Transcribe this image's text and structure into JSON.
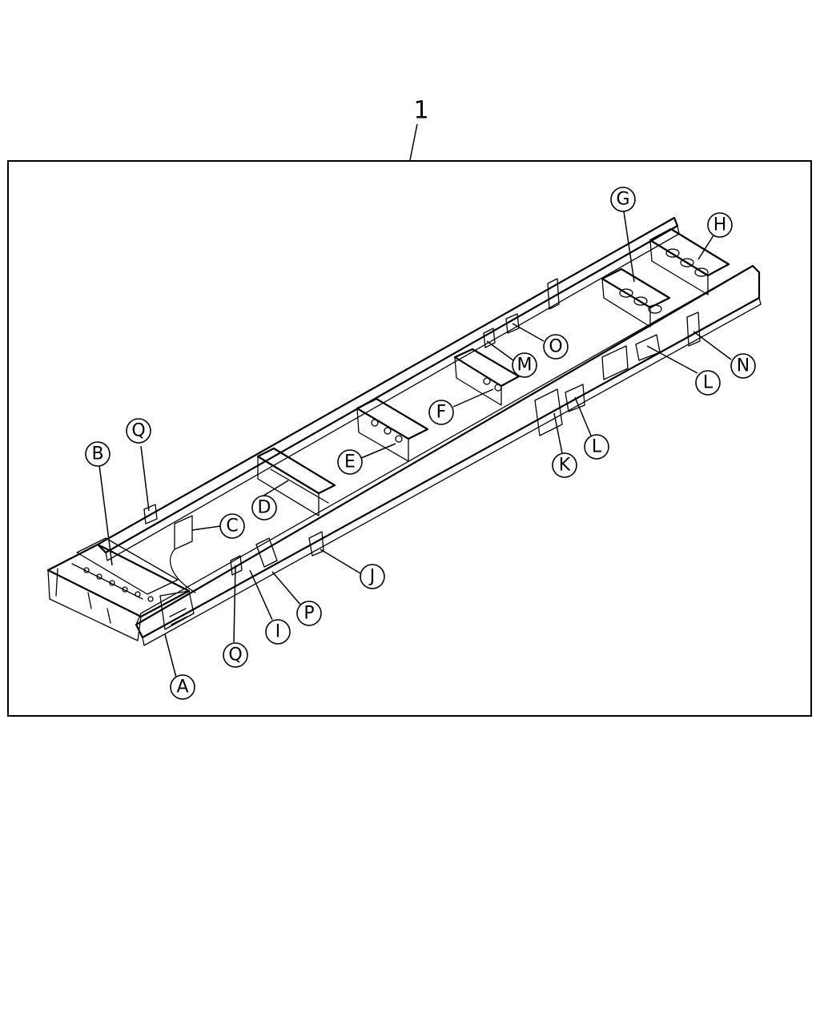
{
  "assembly_number": "1",
  "callouts": {
    "A": "A",
    "B": "B",
    "C": "C",
    "D": "D",
    "E": "E",
    "F": "F",
    "G": "G",
    "H": "H",
    "I": "I",
    "J": "J",
    "K": "K",
    "L": "L",
    "M": "M",
    "N": "N",
    "O": "O",
    "P": "P",
    "Q": "Q"
  }
}
